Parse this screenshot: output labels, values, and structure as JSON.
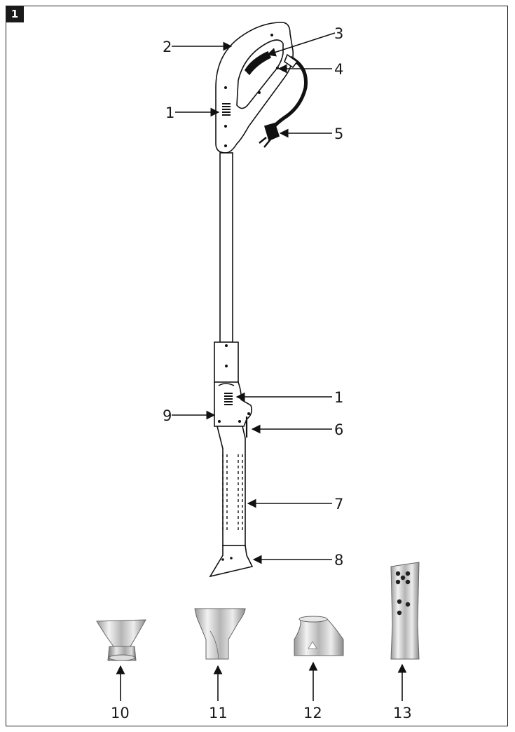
{
  "figure": {
    "number": "1"
  },
  "callouts": {
    "c1_top": "1",
    "c2": "2",
    "c3": "3",
    "c4": "4",
    "c5": "5",
    "c1_mid": "1",
    "c9": "9",
    "c6": "6",
    "c7": "7",
    "c8": "8",
    "c10": "10",
    "c11": "11",
    "c12": "12",
    "c13": "13"
  }
}
